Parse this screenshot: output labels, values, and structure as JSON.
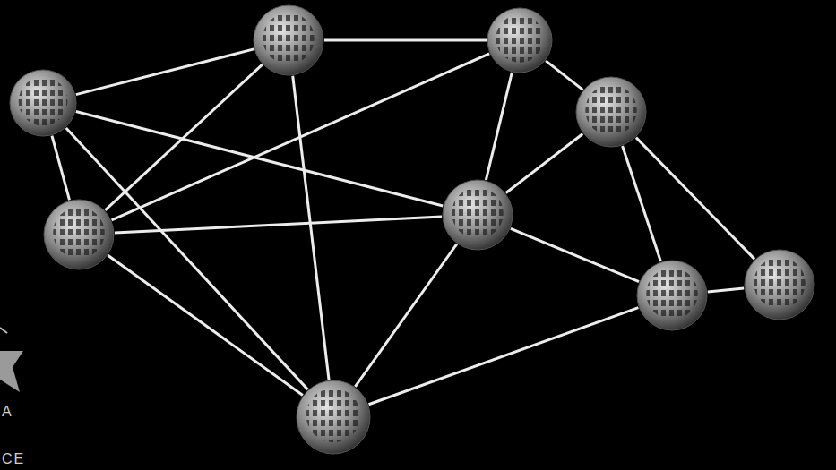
{
  "diagram": {
    "nodes": [
      {
        "text": []
      },
      {
        "text": []
      },
      {
        "text": []
      },
      {
        "text": []
      },
      {
        "text": []
      },
      {
        "text": []
      },
      {
        "text": []
      },
      {
        "text": []
      },
      {
        "text": []
      }
    ],
    "edges": [
      {
        "from": 0,
        "to": 1,
        "arrow": "none"
      },
      {
        "from": 1,
        "to": 2,
        "arrow": "none"
      },
      {
        "from": 2,
        "to": 3,
        "arrow": "none"
      },
      {
        "from": 0,
        "to": 4,
        "arrow": "none"
      },
      {
        "from": 0,
        "to": 5,
        "arrow": "none"
      },
      {
        "from": 0,
        "to": 8,
        "arrow": "none"
      },
      {
        "from": 1,
        "to": 4,
        "arrow": "none"
      },
      {
        "from": 1,
        "to": 8,
        "arrow": "none"
      },
      {
        "from": 2,
        "to": 4,
        "arrow": "none"
      },
      {
        "from": 2,
        "to": 5,
        "arrow": "none"
      },
      {
        "from": 4,
        "to": 5,
        "arrow": "none"
      },
      {
        "from": 4,
        "to": 8,
        "arrow": "none"
      },
      {
        "from": 5,
        "to": 8,
        "arrow": "none"
      },
      {
        "from": 5,
        "to": 3,
        "arrow": "none"
      },
      {
        "from": 5,
        "to": 6,
        "arrow": "none"
      },
      {
        "from": 3,
        "to": 6,
        "arrow": "none"
      },
      {
        "from": 3,
        "to": 7,
        "arrow": "none"
      },
      {
        "from": 6,
        "to": 7,
        "arrow": "none"
      },
      {
        "from": 8,
        "to": 6,
        "arrow": "none"
      }
    ],
    "labels": [
      "A",
      "CE"
    ]
  }
}
